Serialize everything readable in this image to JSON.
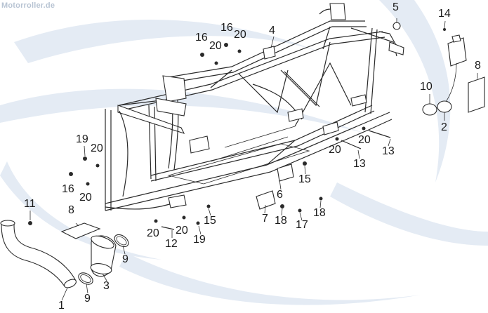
{
  "watermark": "Motorroller.de",
  "labels": [
    {
      "id": "l5",
      "text": "5"
    },
    {
      "id": "l14",
      "text": "14"
    },
    {
      "id": "l16a",
      "text": "16"
    },
    {
      "id": "l16b",
      "text": "16"
    },
    {
      "id": "l20a",
      "text": "20"
    },
    {
      "id": "l20b",
      "text": "20"
    },
    {
      "id": "l4",
      "text": "4"
    },
    {
      "id": "l8a",
      "text": "8"
    },
    {
      "id": "l10",
      "text": "10"
    },
    {
      "id": "l2",
      "text": "2"
    },
    {
      "id": "l19a",
      "text": "19"
    },
    {
      "id": "l20c",
      "text": "20"
    },
    {
      "id": "l16c",
      "text": "16"
    },
    {
      "id": "l20d",
      "text": "20"
    },
    {
      "id": "l20e",
      "text": "20"
    },
    {
      "id": "l20f",
      "text": "20"
    },
    {
      "id": "l13a",
      "text": "13"
    },
    {
      "id": "l13b",
      "text": "13"
    },
    {
      "id": "l15a",
      "text": "15"
    },
    {
      "id": "l6",
      "text": "6"
    },
    {
      "id": "l11",
      "text": "11"
    },
    {
      "id": "l8b",
      "text": "8"
    },
    {
      "id": "l15b",
      "text": "15"
    },
    {
      "id": "l7",
      "text": "7"
    },
    {
      "id": "l18a",
      "text": "18"
    },
    {
      "id": "l17",
      "text": "17"
    },
    {
      "id": "l18b",
      "text": "18"
    },
    {
      "id": "l20g",
      "text": "20"
    },
    {
      "id": "l20h",
      "text": "20"
    },
    {
      "id": "l12",
      "text": "12"
    },
    {
      "id": "l19b",
      "text": "19"
    },
    {
      "id": "l9a",
      "text": "9"
    },
    {
      "id": "l3",
      "text": "3"
    },
    {
      "id": "l9b",
      "text": "9"
    },
    {
      "id": "l1",
      "text": "1"
    }
  ]
}
